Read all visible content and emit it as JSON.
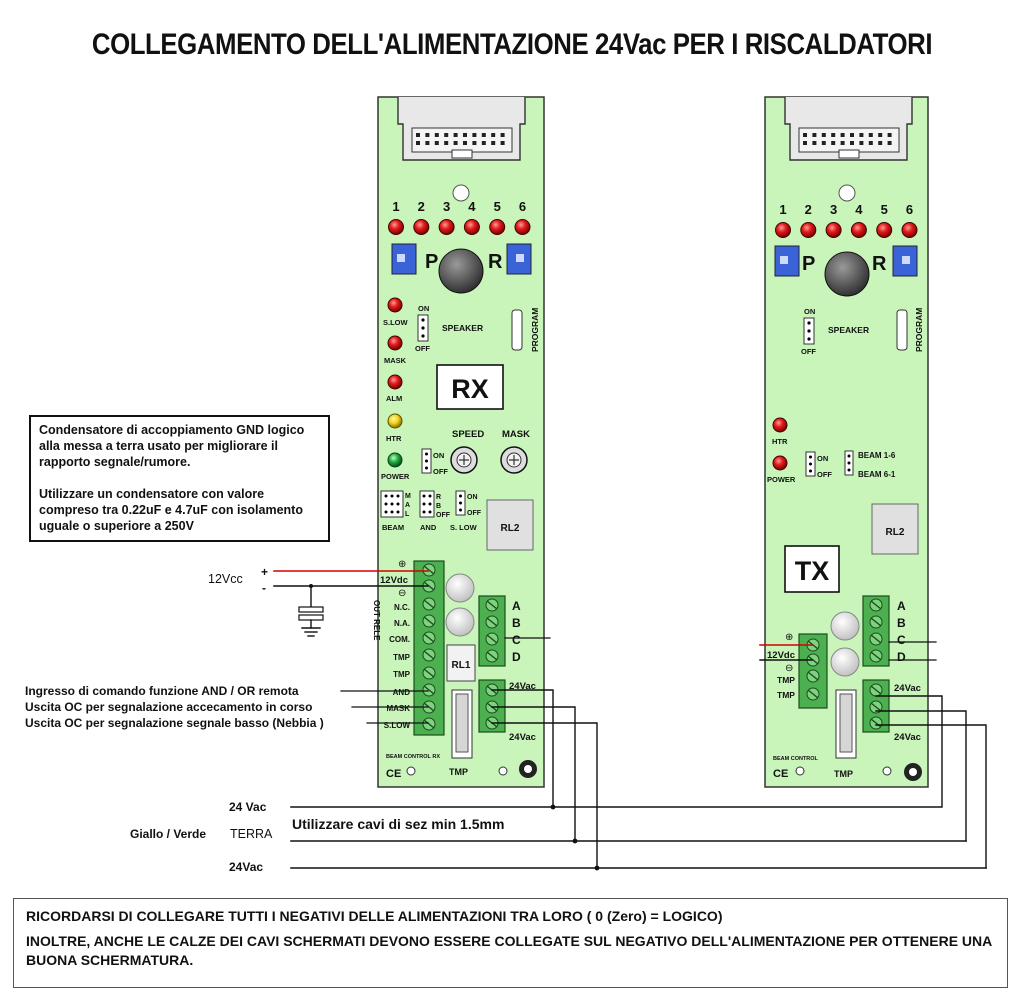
{
  "title": "COLLEGAMENTO DELL'ALIMENTAZIONE 24Vac PER I RISCALDATORI",
  "rx_board": {
    "name": "RX",
    "led_numbers": [
      "1",
      "2",
      "3",
      "4",
      "5",
      "6"
    ],
    "p_label": "P",
    "r_label": "R",
    "speaker": "SPEAKER",
    "program": "PROGRAM",
    "on": "ON",
    "off": "OFF",
    "slow": "S.LOW",
    "mask": "MASK",
    "alm": "ALM",
    "htr": "HTR",
    "power": "POWER",
    "speed": "SPEED",
    "trim_mask": "MASK",
    "beam": "BEAM",
    "beam_jumper": [
      "M",
      "A",
      "L"
    ],
    "and": "AND",
    "and_jumper": [
      "R",
      "B"
    ],
    "slow_jumper": "S. LOW",
    "rl1": "RL1",
    "rl2": "RL2",
    "tmp": "TMP",
    "footer": "BEAM CONTROL RX",
    "out_rele": "OUT RELE",
    "plus_sym": "⊕",
    "minus_sym": "⊖",
    "terminals": [
      "12Vdc",
      "N.C.",
      "N.A.",
      "COM.",
      "TMP",
      "TMP",
      "AND",
      "MASK",
      "S.LOW"
    ],
    "abcd": [
      "A",
      "B",
      "C",
      "D"
    ],
    "vac_top": "24Vac",
    "vac_bottom": "24Vac",
    "ce": "CE"
  },
  "tx_board": {
    "name": "TX",
    "led_numbers": [
      "1",
      "2",
      "3",
      "4",
      "5",
      "6"
    ],
    "p_label": "P",
    "r_label": "R",
    "speaker": "SPEAKER",
    "program": "PROGRAM",
    "on": "ON",
    "off": "OFF",
    "htr": "HTR",
    "power": "POWER",
    "beam_16": "BEAM 1-6",
    "beam_61": "BEAM 6-1",
    "rl2": "RL2",
    "tmp": "TMP",
    "footer": "BEAM CONTROL",
    "plus_sym": "⊕",
    "minus_sym": "⊖",
    "terminals": [
      "12Vdc",
      "TMP",
      "TMP"
    ],
    "abcd": [
      "A",
      "B",
      "C",
      "D"
    ],
    "vac_top": "24Vac",
    "vac_bottom": "24Vac",
    "ce": "CE"
  },
  "note": {
    "line1": "Condensatore di accoppiamento GND logico alla messa a terra usato per migliorare il rapporto segnale/rumore.",
    "line2": "Utilizzare un condensatore con valore compreso tra 0.22uF e 4.7uF con isolamento uguale o superiore a 250V"
  },
  "supply": {
    "label": "12Vcc",
    "plus": "+",
    "minus": "-"
  },
  "inputs": [
    "Ingresso di comando funzione AND / OR remota",
    "Uscita OC per segnalazione accecamento in corso",
    "Uscita OC per segnalazione segnale basso (Nebbia )"
  ],
  "mains": {
    "vac1": "24 Vac",
    "earth_color": "Giallo / Verde",
    "earth": "TERRA",
    "vac2": "24Vac",
    "cable_note": "Utilizzare cavi di sez min 1.5mm"
  },
  "reminder": {
    "line1": "RICORDARSI DI COLLEGARE TUTTI I NEGATIVI DELLE ALIMENTAZIONI TRA LORO ( 0 (Zero) = LOGICO)",
    "line2": "INOLTRE, ANCHE LE CALZE DEI CAVI SCHERMATI DEVONO ESSERE COLLEGATE SUL NEGATIVO DELL'ALIMENTAZIONE PER OTTENERE UNA BUONA SCHERMATURA."
  },
  "colors": {
    "board": "#c9f5bb",
    "terminal": "#4caf50",
    "led_red": "#e21b1b",
    "led_yellow": "#f3d21c",
    "led_green": "#1fa83a",
    "button_blue": "#3a63d8",
    "wire_red": "#d40000"
  }
}
